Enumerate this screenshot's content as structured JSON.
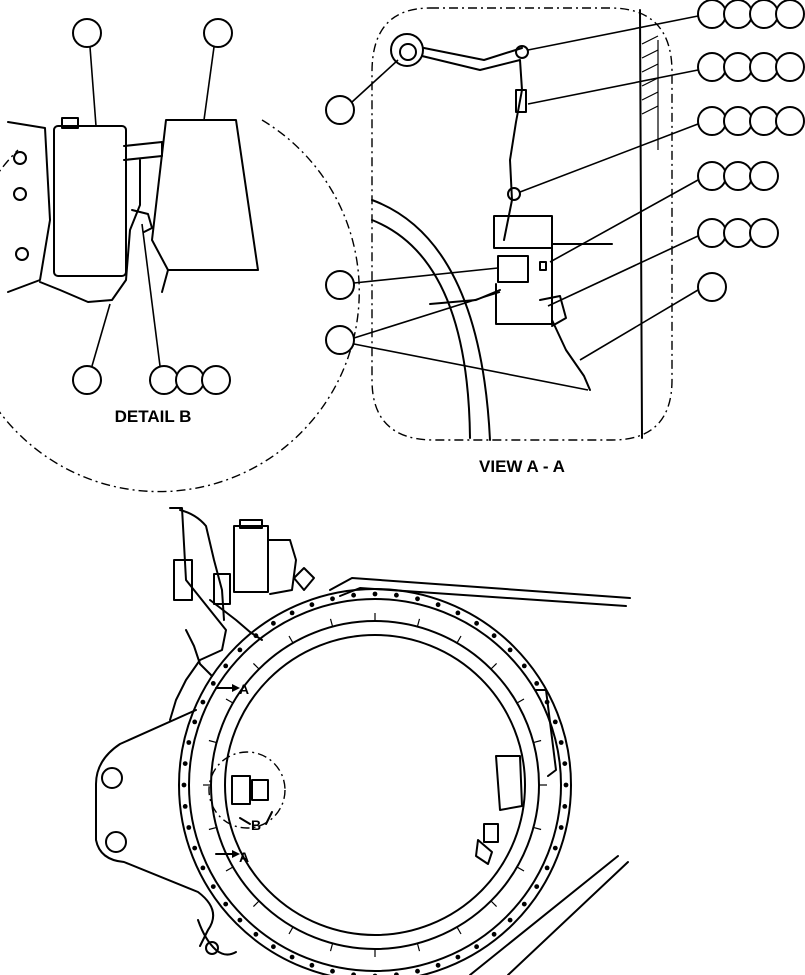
{
  "captions": {
    "detail": "DETAIL B",
    "view": "VIEW A - A"
  },
  "markers": {
    "section_top": "A",
    "section_bottom": "A",
    "detail_ref": "B"
  }
}
